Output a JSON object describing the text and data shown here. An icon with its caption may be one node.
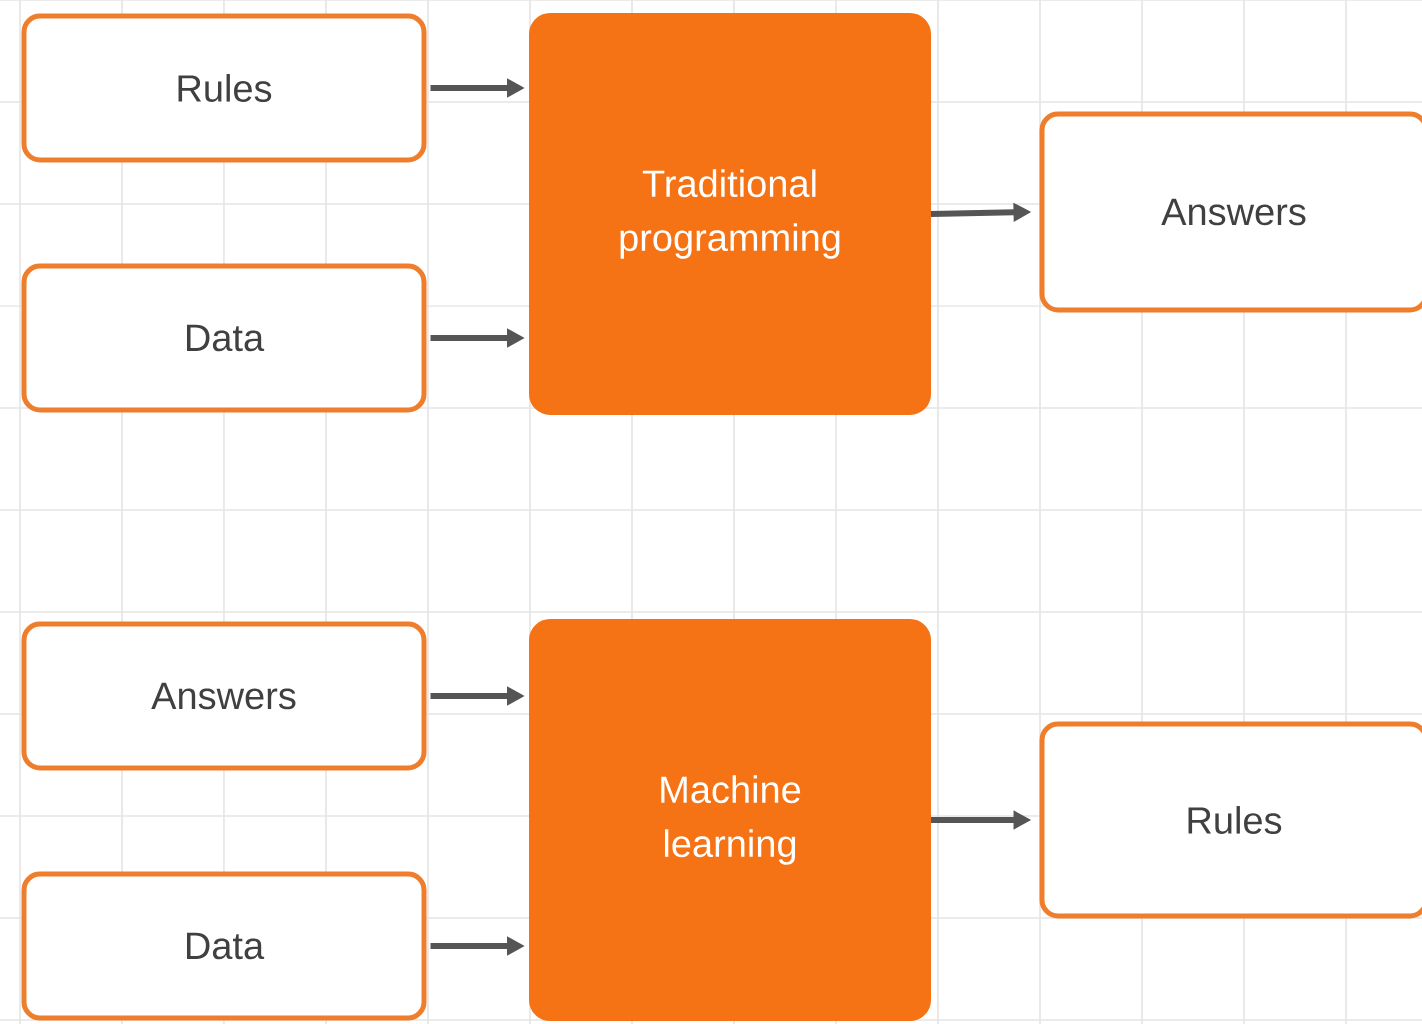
{
  "diagram": {
    "nodes": [
      {
        "text": [
          "Rules"
        ]
      },
      {
        "text": [
          "Data"
        ]
      },
      {
        "text": [
          "Traditional programming"
        ]
      },
      {
        "text": [
          "Answers"
        ]
      },
      {
        "text": [
          "Answers"
        ]
      },
      {
        "text": [
          "Data"
        ]
      },
      {
        "text": [
          "Machine learning"
        ]
      },
      {
        "text": [
          "Rules"
        ]
      }
    ],
    "edges": [
      {
        "from": 0,
        "to": 2,
        "arrow": "to"
      },
      {
        "from": 1,
        "to": 2,
        "arrow": "to"
      },
      {
        "from": 2,
        "to": 3,
        "arrow": "to"
      },
      {
        "from": 4,
        "to": 6,
        "arrow": "to"
      },
      {
        "from": 5,
        "to": 6,
        "arrow": "to"
      },
      {
        "from": 6,
        "to": 7,
        "arrow": "to"
      }
    ]
  }
}
